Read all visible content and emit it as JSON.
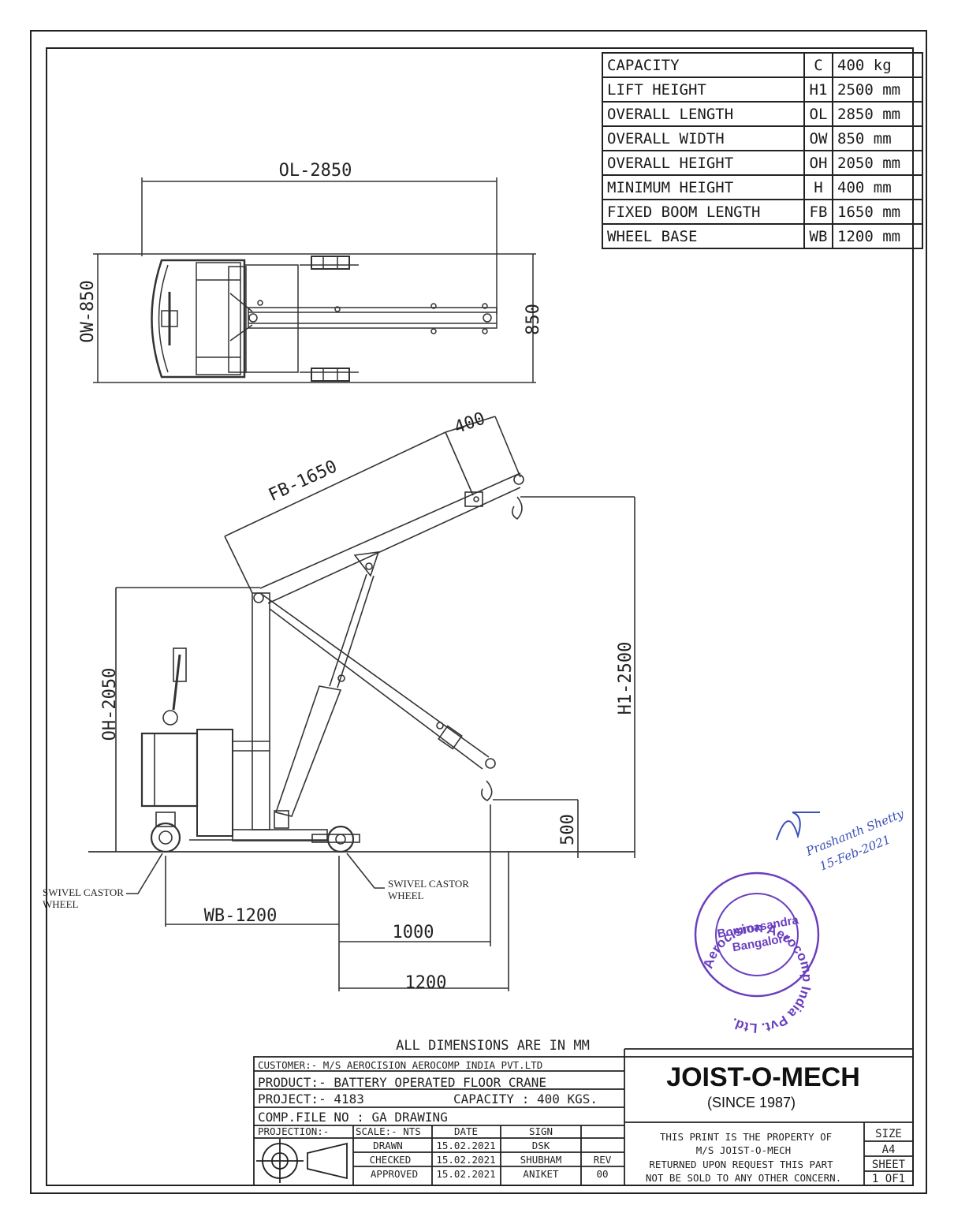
{
  "specs": [
    {
      "label": "CAPACITY",
      "symbol": "C",
      "value": "400 kg"
    },
    {
      "label": "LIFT HEIGHT",
      "symbol": "H1",
      "value": "2500 mm"
    },
    {
      "label": "OVERALL LENGTH",
      "symbol": "OL",
      "value": "2850 mm"
    },
    {
      "label": "OVERALL WIDTH",
      "symbol": "OW",
      "value": "850 mm"
    },
    {
      "label": "OVERALL HEIGHT",
      "symbol": "OH",
      "value": "2050 mm"
    },
    {
      "label": "MINIMUM HEIGHT",
      "symbol": "H",
      "value": "400 mm"
    },
    {
      "label": "FIXED BOOM LENGTH",
      "symbol": "FB",
      "value": "1650 mm"
    },
    {
      "label": "WHEEL BASE",
      "symbol": "WB",
      "value": "1200 mm"
    }
  ],
  "dims": {
    "ol": "OL-2850",
    "ow": "OW-850",
    "w850": "850",
    "fb": "FB-1650",
    "d400": "400",
    "h1": "H1-2500",
    "oh": "OH-2050",
    "d500": "500",
    "wb": "WB-1200",
    "d1000": "1000",
    "d1200": "1200"
  },
  "callouts": {
    "left_line1": "SWIVEL CASTOR",
    "left_line2": "WHEEL",
    "right_line1": "SWIVEL CASTOR",
    "right_line2": "WHEEL"
  },
  "note": "ALL DIMENSIONS ARE IN MM",
  "title_block": {
    "customer": "CUSTOMER:- M/S AEROCISION AEROCOMP INDIA PVT.LTD",
    "product": "PRODUCT:- BATTERY OPERATED FLOOR CRANE",
    "project": "PROJECT:- 4183",
    "capacity": "CAPACITY : 400 KGS.",
    "comp_file": "COMP.FILE NO : GA DRAWING",
    "projection": "PROJECTION:-",
    "scale": "SCALE:- NTS",
    "date_hdr": "DATE",
    "sign_hdr": "SIGN",
    "rows": [
      {
        "role": "DRAWN",
        "date": "15.02.2021",
        "sign": "DSK"
      },
      {
        "role": "CHECKED",
        "date": "15.02.2021",
        "sign": "SHUBHAM"
      },
      {
        "role": "APPROVED",
        "date": "15.02.2021",
        "sign": "ANIKET"
      }
    ],
    "rev_label": "REV",
    "rev_value": "00",
    "company": "JOIST-O-MECH",
    "since": "(SINCE 1987)",
    "property_line1": "THIS PRINT IS THE PROPERTY OF",
    "property_line2": "M/S JOIST-O-MECH",
    "property_line3": "RETURNED UPON REQUEST THIS PART",
    "property_line4": "NOT BE SOLD TO ANY OTHER CONCERN.",
    "size_label": "SIZE",
    "size_value": "A4",
    "sheet_label": "SHEET",
    "sheet_value": "1 OF1"
  },
  "stamp": {
    "ring_text": "Aerocision Aerocomp India Pvt. Ltd.",
    "line1": "Bommasandra",
    "line2": "Bangalore",
    "color": "#6a3fbf"
  },
  "signature": {
    "name": "Prashanth Shetty",
    "date": "15-Feb-2021",
    "color": "#3a4fb8"
  }
}
